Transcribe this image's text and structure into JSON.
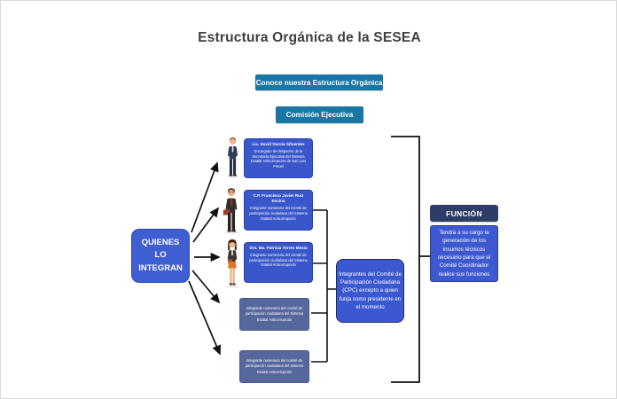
{
  "page": {
    "title": "Estructura Orgánica de la SESEA"
  },
  "buttons": {
    "structure": "Conoce nuestra Estructura Orgánica",
    "commission": "Comisión Ejecutiva"
  },
  "left_box": {
    "lines": [
      "QUIENES",
      "LO",
      "INTEGRAN"
    ]
  },
  "members": [
    {
      "name": "Lic. David García Sifuentes",
      "role": "Encargado de despacho de la Secretaría Ejecutiva del Sistema Estatal Anticorrupción de San Luis Potosí",
      "avatar": "businessman-suit-avatar-icon"
    },
    {
      "name": "C.P. Francisco Javier Ruiz Encina",
      "role": "Integrante numerario del comité de participación ciudadana del Sistema Estatal Anticorrupción",
      "avatar": "businessman-briefcase-avatar-icon"
    },
    {
      "name": "Dra. Ma. Patricia Torres Mexia",
      "role": "Integrante numeraria del comité de participación ciudadana del Sistema Estatal Anticorrupción",
      "avatar": "businesswoman-avatar-icon"
    },
    {
      "role": "Integrante numerario del comité de participación ciudadana del Sistema Estatal Anticorrupción"
    },
    {
      "role": "Integrante numerario del comité de participación ciudadana del Sistema Estatal Anticorrupción"
    }
  ],
  "group_note": "Integrantes del Comité de Participación Ciudadana (CPC) excepto a quien funja como presidente en el momento",
  "funcion": {
    "title": "FUNCIÓN",
    "description": "Tendrá a su cargo la generación de los insumos técnicos necesario para que el Comité Coordinador realice sus funciones"
  },
  "colors": {
    "button_teal": "#1a76a4",
    "primary_blue": "#3c58d0",
    "muted_slate_blue": "#55679c",
    "navy_header": "#2d3d66",
    "connector_black": "#111111",
    "title_gray": "#3f3f3f"
  }
}
